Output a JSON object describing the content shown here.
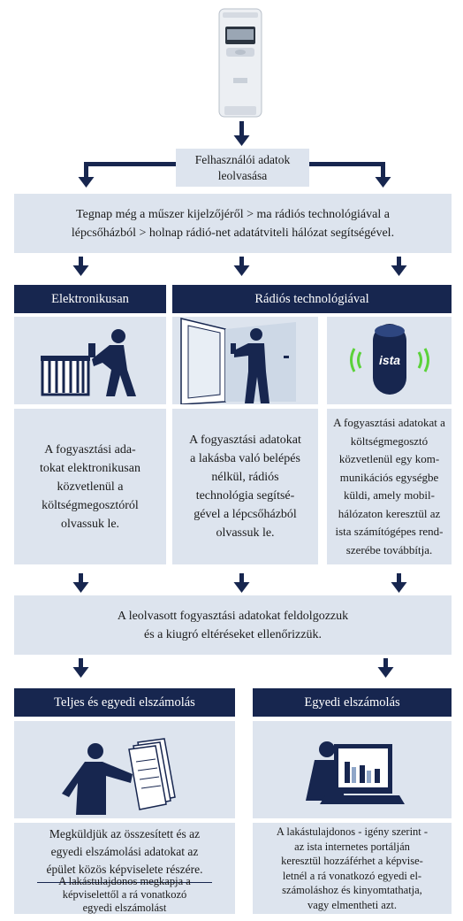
{
  "top": {
    "label": "Felhasználói adatok\nleolvasása",
    "device_icon": "heat-cost-allocator-device-icon"
  },
  "intro": {
    "text": "Tegnap még a műszer kijelzőjéről > ma rádiós technológiával a\nlépcsőházból > holnap rádió-net adatátviteli hálózat segítségével."
  },
  "methods": {
    "electronic_header": "Elektronikusan",
    "radio_header": "Rádiós technológiával",
    "col1": {
      "text": "A fogyasztási ada-\ntokat elektronikusan\nközvetlenül a\nköltségmegosztóról\nolvassuk le.",
      "icon": "person-reading-radiator-icon"
    },
    "col2": {
      "text": "A fogyasztási adatokat\na lakásba való belépés\nnélkül, rádiós\ntechnológia segítsé-\ngével a lépcsőházból\nolvassuk le.",
      "icon": "person-at-door-icon"
    },
    "col3": {
      "text": "A fogyasztási adatokat a\nköltségmegosztó\nközvetlenül egy kom-\nmunikációs egységbe\nküldi, amely mobil-\nhálózaton keresztül az\nista számítógépes rend-\nszerébe továbbítja.",
      "icon": "ista-radio-unit-icon",
      "brand": "ista"
    }
  },
  "processing": {
    "text": "A leolvasott fogyasztási adatokat feldolgozzuk\nés a kiugró eltéréseket ellenőrizzük."
  },
  "billing": {
    "left_header": "Teljes és egyedi elszámolás",
    "right_header": "Egyedi elszámolás",
    "left_text_1": "Megküldjük az összesített és az\negyedi elszámolási adatokat az\népület közös képviselete részére.",
    "left_text_2": "A lakástulajdonos megkapja a\nképviselettől a rá vonatkozó\negyedi elszámolást",
    "right_text": "A lakástulajdonos - igény szerint -\naz ista internetes portálján\nkeresztül hozzáférhet a képvise-\nletnél a rá vonatkozó egyedi el-\nszámoláshoz és kinyomtathatja,\nvagy elmentheti azt.",
    "left_icon": "person-with-documents-icon",
    "right_icon": "laptop-with-chart-icon"
  },
  "colors": {
    "navy": "#17264f",
    "panel": "#dde4ee"
  }
}
